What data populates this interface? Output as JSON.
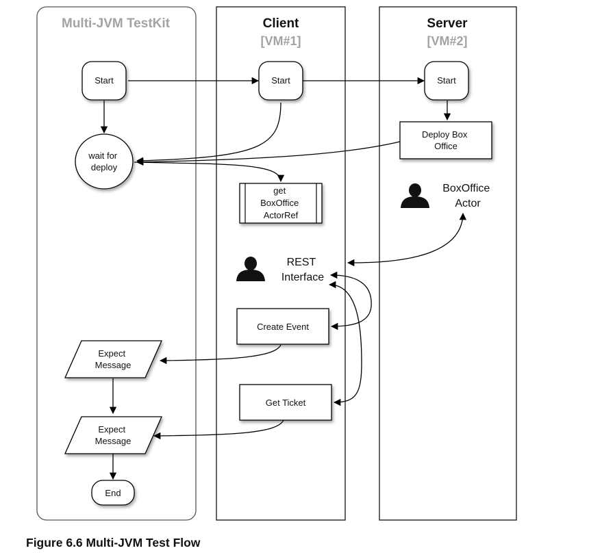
{
  "lanes": {
    "testkit": {
      "title": "Multi-JVM TestKit"
    },
    "client": {
      "title": "Client",
      "subtitle": "[VM#1]"
    },
    "server": {
      "title": "Server",
      "subtitle": "[VM#2]"
    }
  },
  "nodes": {
    "testkit_start": "Start",
    "wait_deploy": [
      "wait for",
      "deploy"
    ],
    "expect_message_1": [
      "Expect",
      "Message"
    ],
    "expect_message_2": [
      "Expect",
      "Message"
    ],
    "end": "End",
    "client_start": "Start",
    "get_actorref": [
      "get",
      "BoxOffice",
      "ActorRef"
    ],
    "rest_interface": [
      "REST",
      "Interface"
    ],
    "create_event": "Create Event",
    "get_ticket": "Get Ticket",
    "server_start": "Start",
    "deploy_box_office": [
      "Deploy Box",
      "Office"
    ],
    "boxoffice_actor": [
      "BoxOffice",
      "Actor"
    ]
  },
  "icons": {
    "rest_actor": "person-icon",
    "boxoffice_actor": "person-icon"
  },
  "caption": "Figure 6.6 Multi-JVM Test Flow"
}
